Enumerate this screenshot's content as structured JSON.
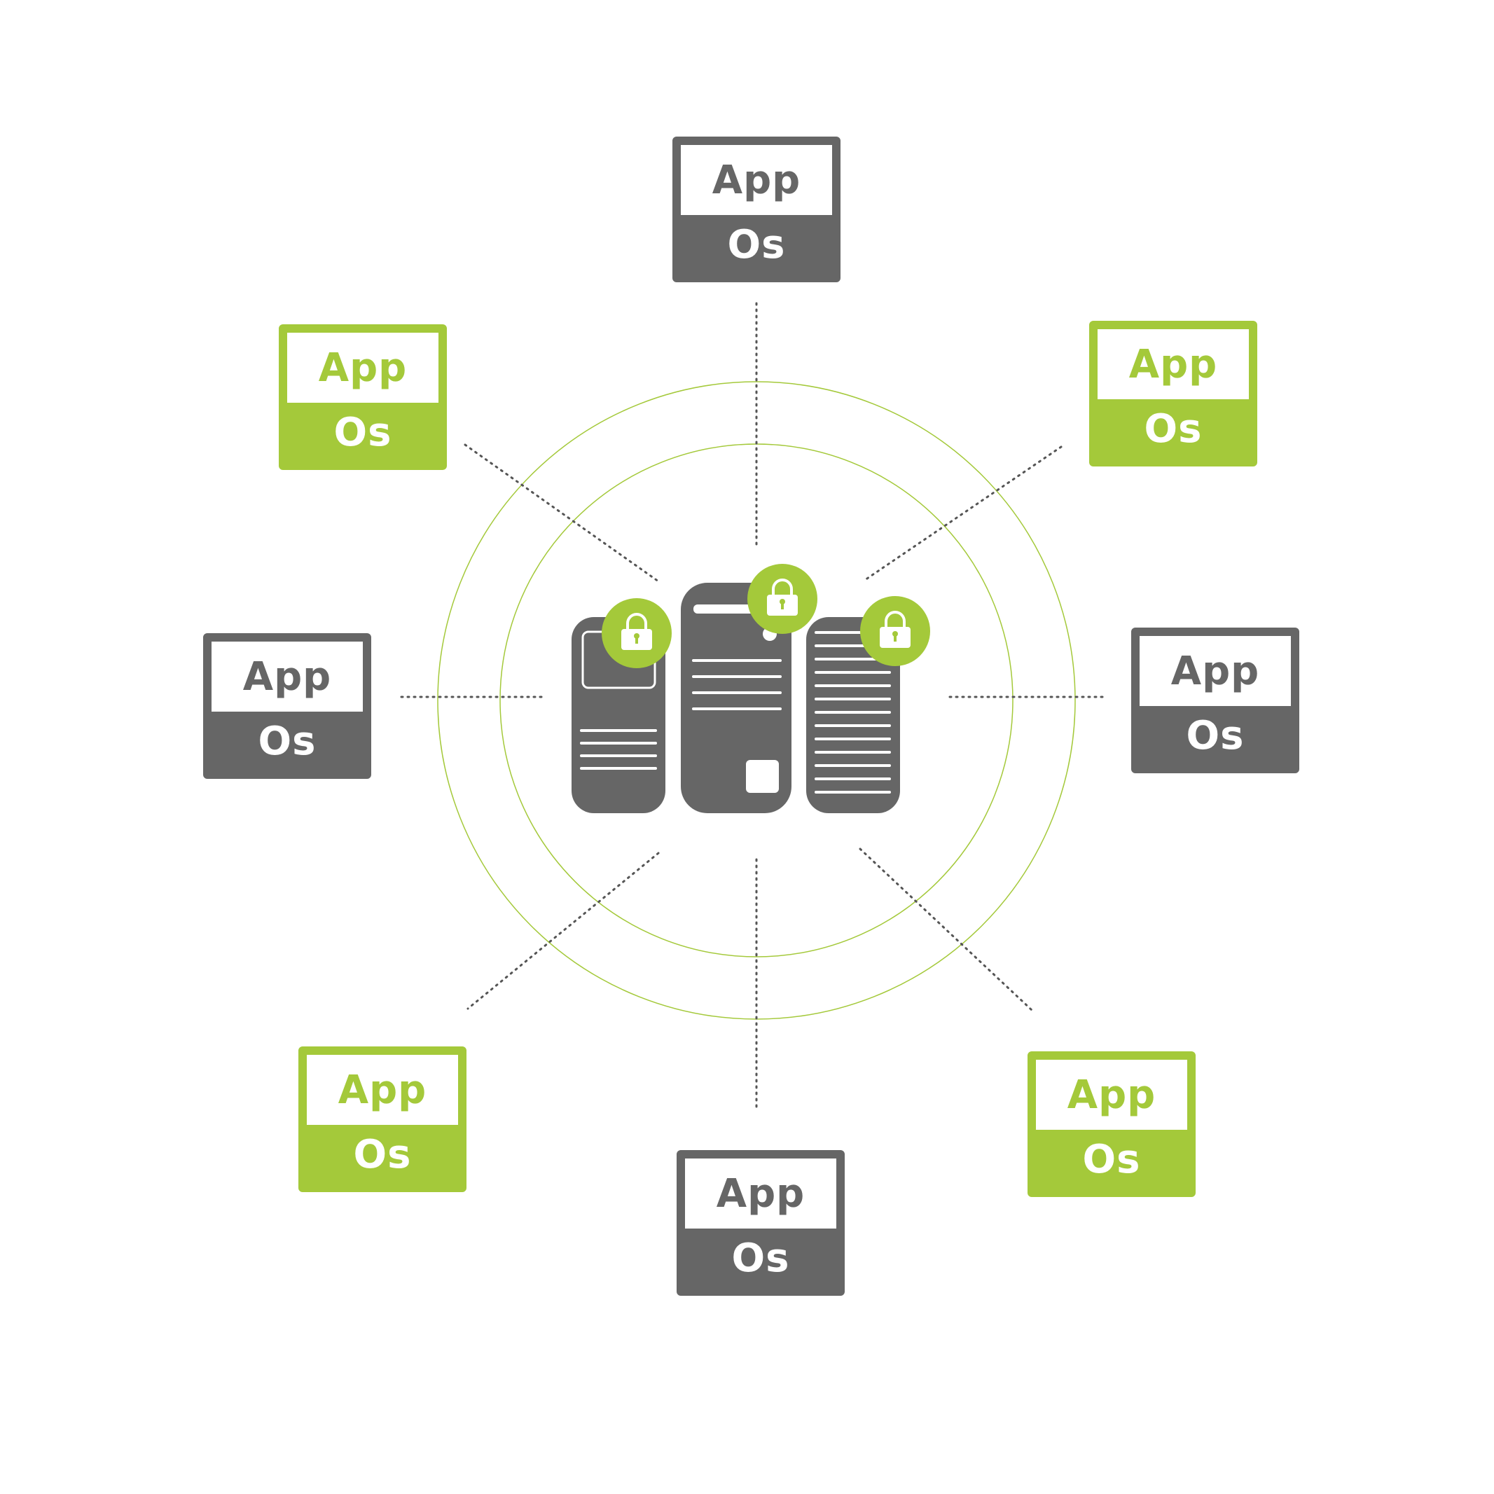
{
  "colors": {
    "gray": "#666666",
    "green": "#a4c93a",
    "white": "#ffffff"
  },
  "center": {
    "name": "server-cluster-icon",
    "lock_icon": "padlock-icon"
  },
  "nodes": [
    {
      "position": "top",
      "color": "gray",
      "app": "App",
      "os": "Os"
    },
    {
      "position": "top-right",
      "color": "green",
      "app": "App",
      "os": "Os"
    },
    {
      "position": "right",
      "color": "gray",
      "app": "App",
      "os": "Os"
    },
    {
      "position": "bottom-right",
      "color": "green",
      "app": "App",
      "os": "Os"
    },
    {
      "position": "bottom",
      "color": "gray",
      "app": "App",
      "os": "Os"
    },
    {
      "position": "bottom-left",
      "color": "green",
      "app": "App",
      "os": "Os"
    },
    {
      "position": "left",
      "color": "gray",
      "app": "App",
      "os": "Os"
    },
    {
      "position": "top-left",
      "color": "green",
      "app": "App",
      "os": "Os"
    }
  ]
}
